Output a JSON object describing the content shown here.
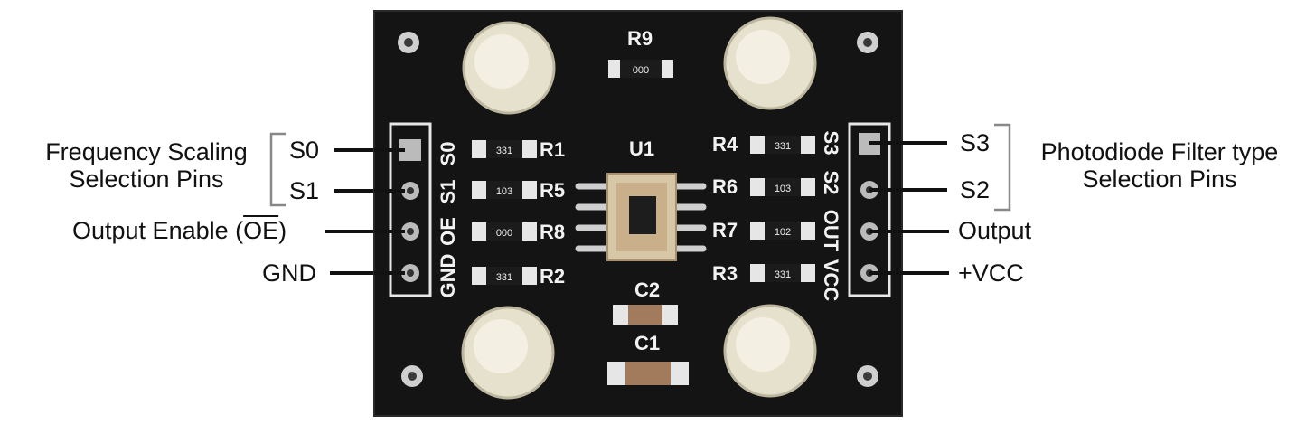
{
  "colors": {
    "board": "#141414",
    "silk": "#f2f2f2",
    "led": "#e8e3cf",
    "leader": "#111111",
    "bracket": "#888888"
  },
  "left_labels": {
    "group_title_line1": "Frequency Scaling",
    "group_title_line2": "Selection Pins",
    "s0": "S0",
    "s1": "S1",
    "oe_prefix": "Output Enable (",
    "oe_signal": "OE",
    "oe_suffix": ")",
    "gnd": "GND"
  },
  "right_labels": {
    "group_title_line1": "Photodiode Filter type",
    "group_title_line2": "Selection Pins",
    "s3": "S3",
    "s2": "S2",
    "out": "Output",
    "vcc": "+VCC"
  },
  "board": {
    "left_header_pins": [
      "GND",
      "OE",
      "S1",
      "S0"
    ],
    "right_header_pins": [
      "S3",
      "S2",
      "OUT",
      "VCC"
    ],
    "components": {
      "r9": "R9",
      "r1": "R1",
      "r5": "R5",
      "r8": "R8",
      "r2": "R2",
      "r4": "R4",
      "r6": "R6",
      "r7": "R7",
      "r3": "R3",
      "u1": "U1",
      "c2": "C2",
      "c1": "C1"
    },
    "resistor_codes": {
      "r9": "000",
      "r1": "331",
      "r5": "103",
      "r8": "000",
      "r2": "331",
      "r4": "331",
      "r6": "103",
      "r7": "102",
      "r3": "331"
    }
  }
}
